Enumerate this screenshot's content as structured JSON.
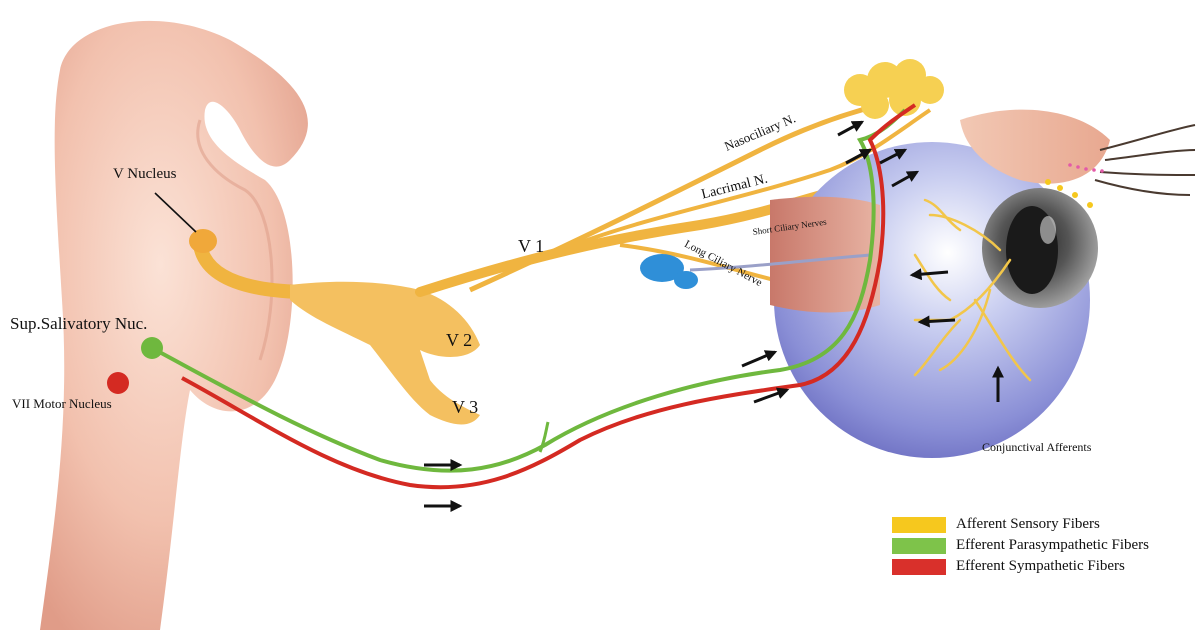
{
  "labels": {
    "v_nucleus": "V  Nucleus",
    "sup_salivatory": "Sup.Salivatory Nuc.",
    "vii_motor": "VII Motor Nucleus",
    "v1": "V 1",
    "v2": "V 2",
    "v3": "V 3",
    "nasociliary": "Nasociliary N.",
    "lacrimal": "Lacrimal N.",
    "short_ciliary": "Short Ciliary Nerves",
    "long_ciliary": "Long Ciliary Nerve",
    "conjunctival": "Conjunctival Afferents"
  },
  "legend": [
    {
      "label": "Afferent Sensory Fibers",
      "color": "#f6c81e"
    },
    {
      "label": "Efferent Parasympathetic Fibers",
      "color": "#7ec34a"
    },
    {
      "label": "Efferent Sympathetic Fibers",
      "color": "#d9302b"
    }
  ],
  "colors": {
    "sensory": "#f0b440",
    "parasympathetic": "#6fb83e",
    "sympathetic": "#d42a22",
    "brainstem": "#f2c6b6",
    "eyeball": "#8f97d8",
    "ganglion": "#2f8fd8"
  }
}
